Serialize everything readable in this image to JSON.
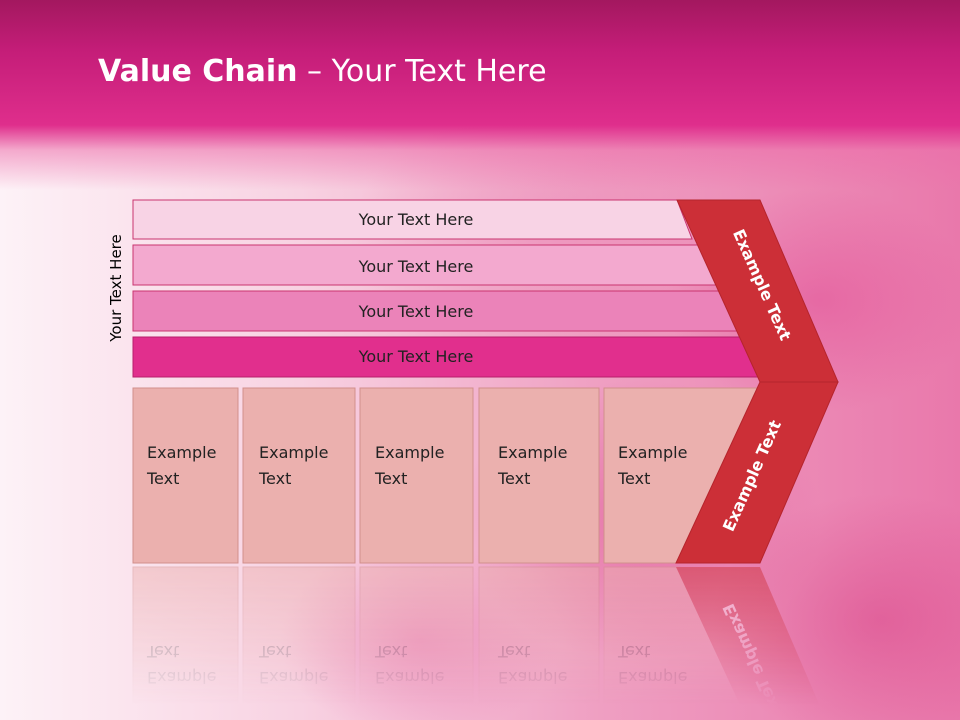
{
  "title": {
    "bold": "Value Chain",
    "rest": " – Your Text Here"
  },
  "side_label": "Your Text Here",
  "bars": [
    "Your Text Here",
    "Your Text Here",
    "Your Text Here",
    "Your Text Here"
  ],
  "boxes": [
    [
      "Example",
      "Text"
    ],
    [
      "Example",
      "Text"
    ],
    [
      "Example",
      "Text"
    ],
    [
      "Example",
      "Text"
    ],
    [
      "Example",
      "Text"
    ]
  ],
  "chevron": {
    "upper": "Example Text",
    "lower": "Example Text"
  },
  "colors": {
    "bar_fills": [
      "#f8d3e5",
      "#f3a9cf",
      "#eb83b9",
      "#e12f8d"
    ],
    "box_fill": "#ebb0ae",
    "chevron_fill": "#cc2f37",
    "title_band": "#c41d78"
  }
}
